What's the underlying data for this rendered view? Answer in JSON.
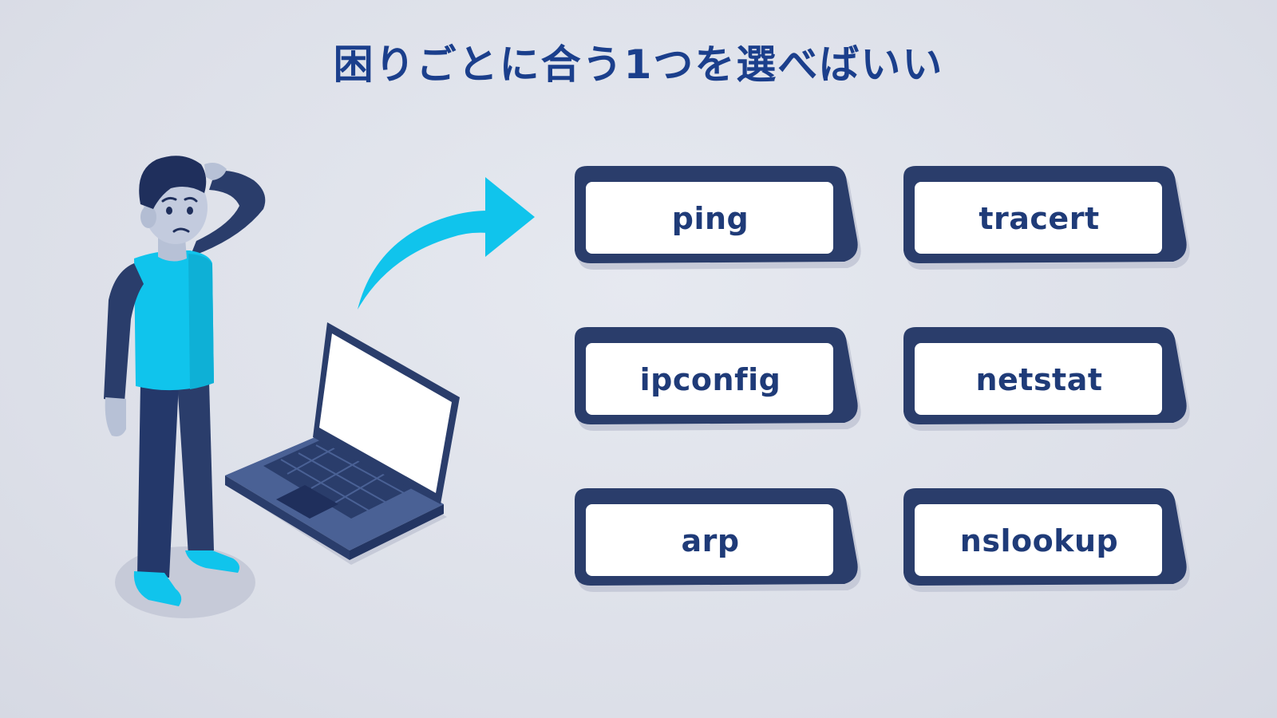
{
  "title": "困りごとに合う1つを選べばいい",
  "commands": [
    {
      "label": "ping"
    },
    {
      "label": "tracert"
    },
    {
      "label": "ipconfig"
    },
    {
      "label": "netstat"
    },
    {
      "label": "arp"
    },
    {
      "label": "nslookup"
    }
  ],
  "colors": {
    "background": "#dfe2ea",
    "title": "#1b3f8c",
    "navy": "#2a3d6b",
    "cyan": "#10c4ec",
    "card_text": "#1f3b78"
  },
  "icons": {
    "person": "confused-person-illustration",
    "laptop": "laptop-illustration",
    "arrow": "curved-arrow-icon"
  }
}
